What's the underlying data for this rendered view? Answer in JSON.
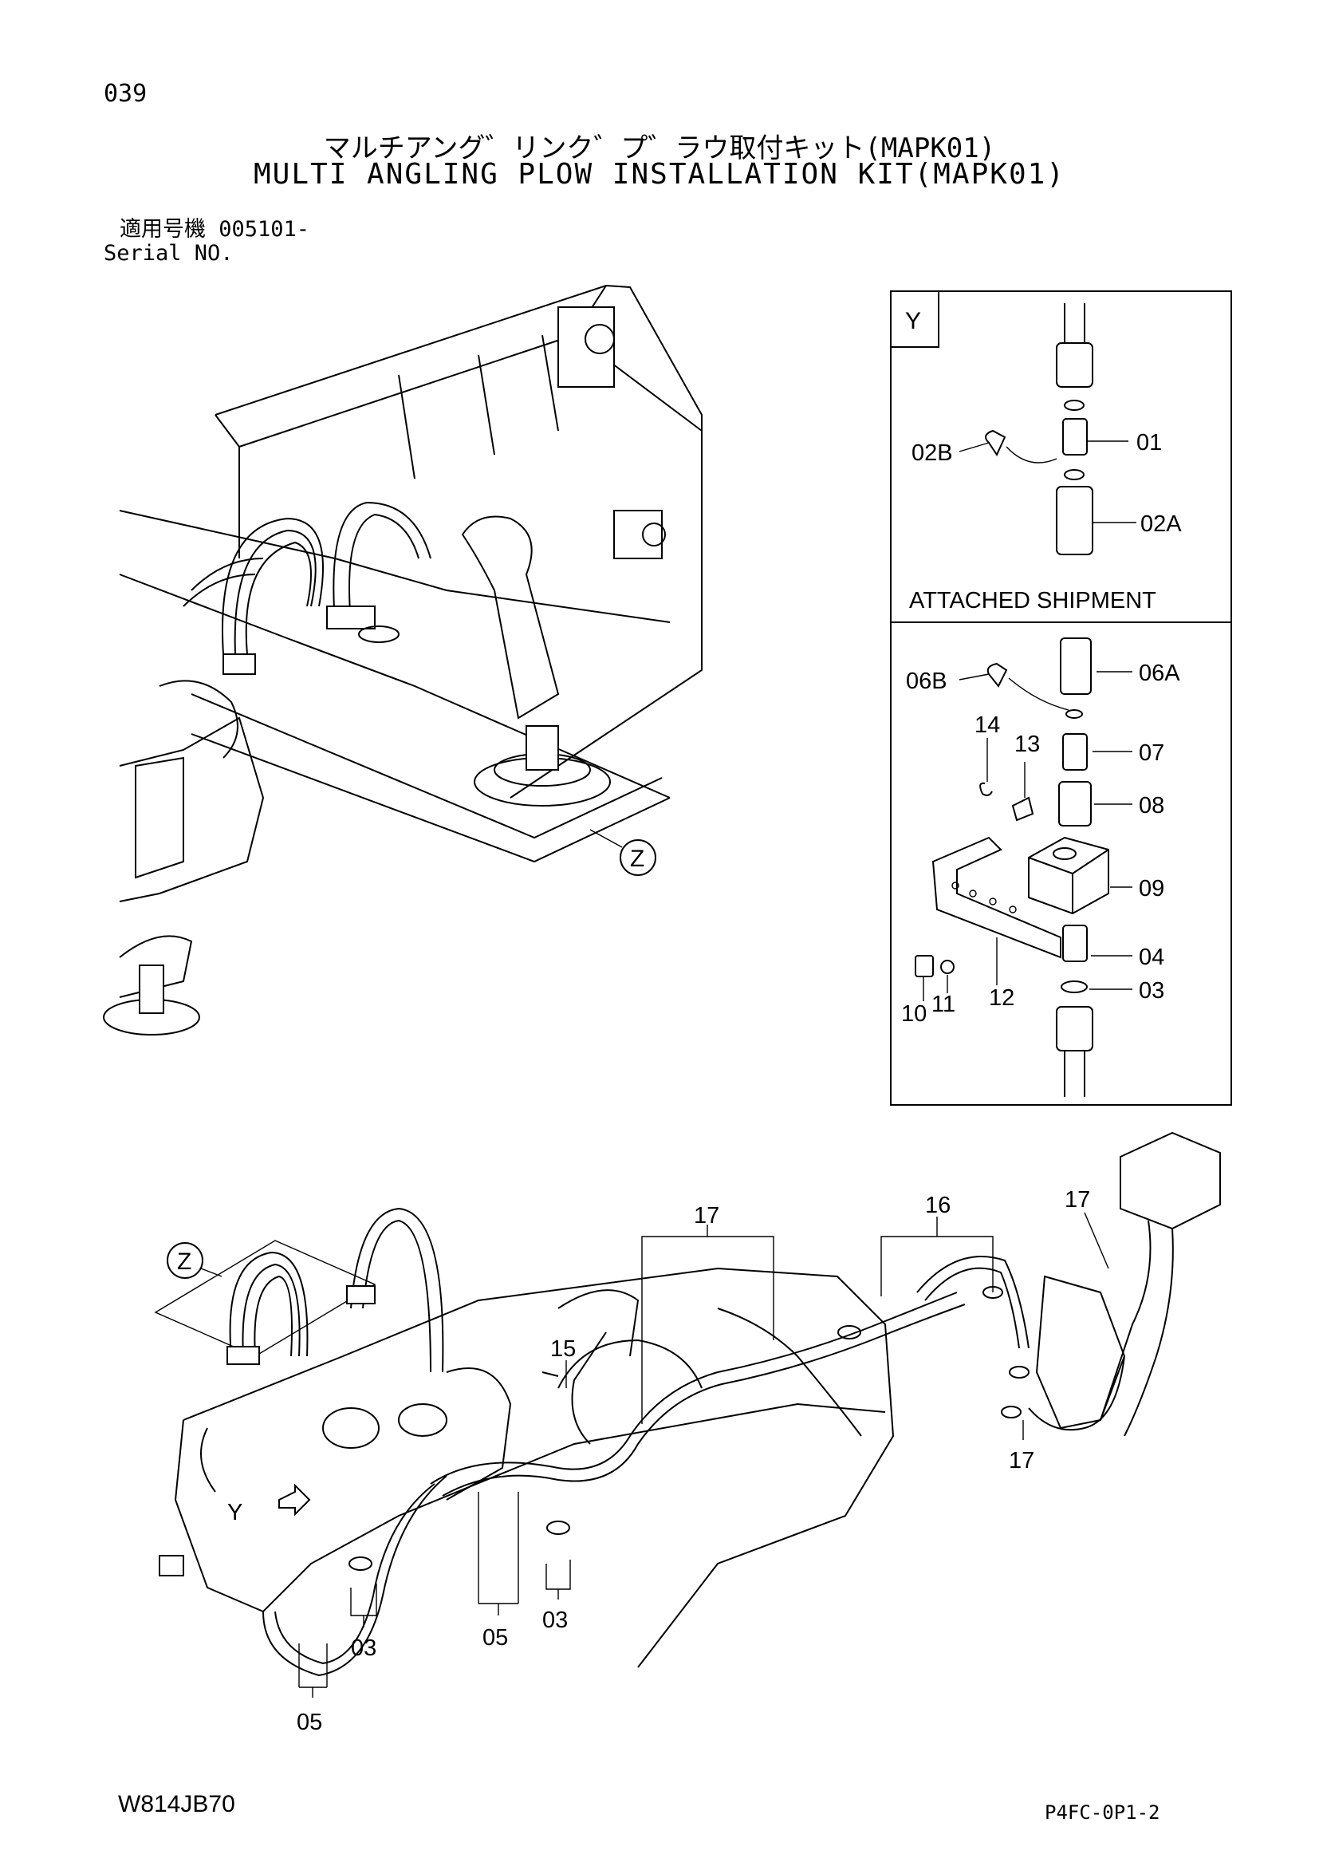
{
  "header": {
    "page_number": "039",
    "title_jp": "マルチアング゛リンク゛プ゛ラウ取付キット(MAPK01)",
    "title_en": "MULTI ANGLING PLOW INSTALLATION KIT(MAPK01)",
    "serial_jp": "適用号機 005101-",
    "serial_en": "Serial NO."
  },
  "detail_y": {
    "view_label": "Y",
    "section_caption": "ATTACHED SHIPMENT",
    "callouts": [
      "01",
      "02A",
      "02B",
      "06A",
      "06B",
      "07",
      "08",
      "09",
      "04",
      "03",
      "10",
      "11",
      "12",
      "13",
      "14"
    ]
  },
  "main_view": {
    "view_z_label": "Z",
    "view_y_label": "Y",
    "callouts": [
      "16",
      "17",
      "17",
      "17",
      "15",
      "03",
      "03",
      "05",
      "05"
    ]
  },
  "footer": {
    "left_code": "W814JB70",
    "right_code": "P4FC-0P1-2"
  }
}
